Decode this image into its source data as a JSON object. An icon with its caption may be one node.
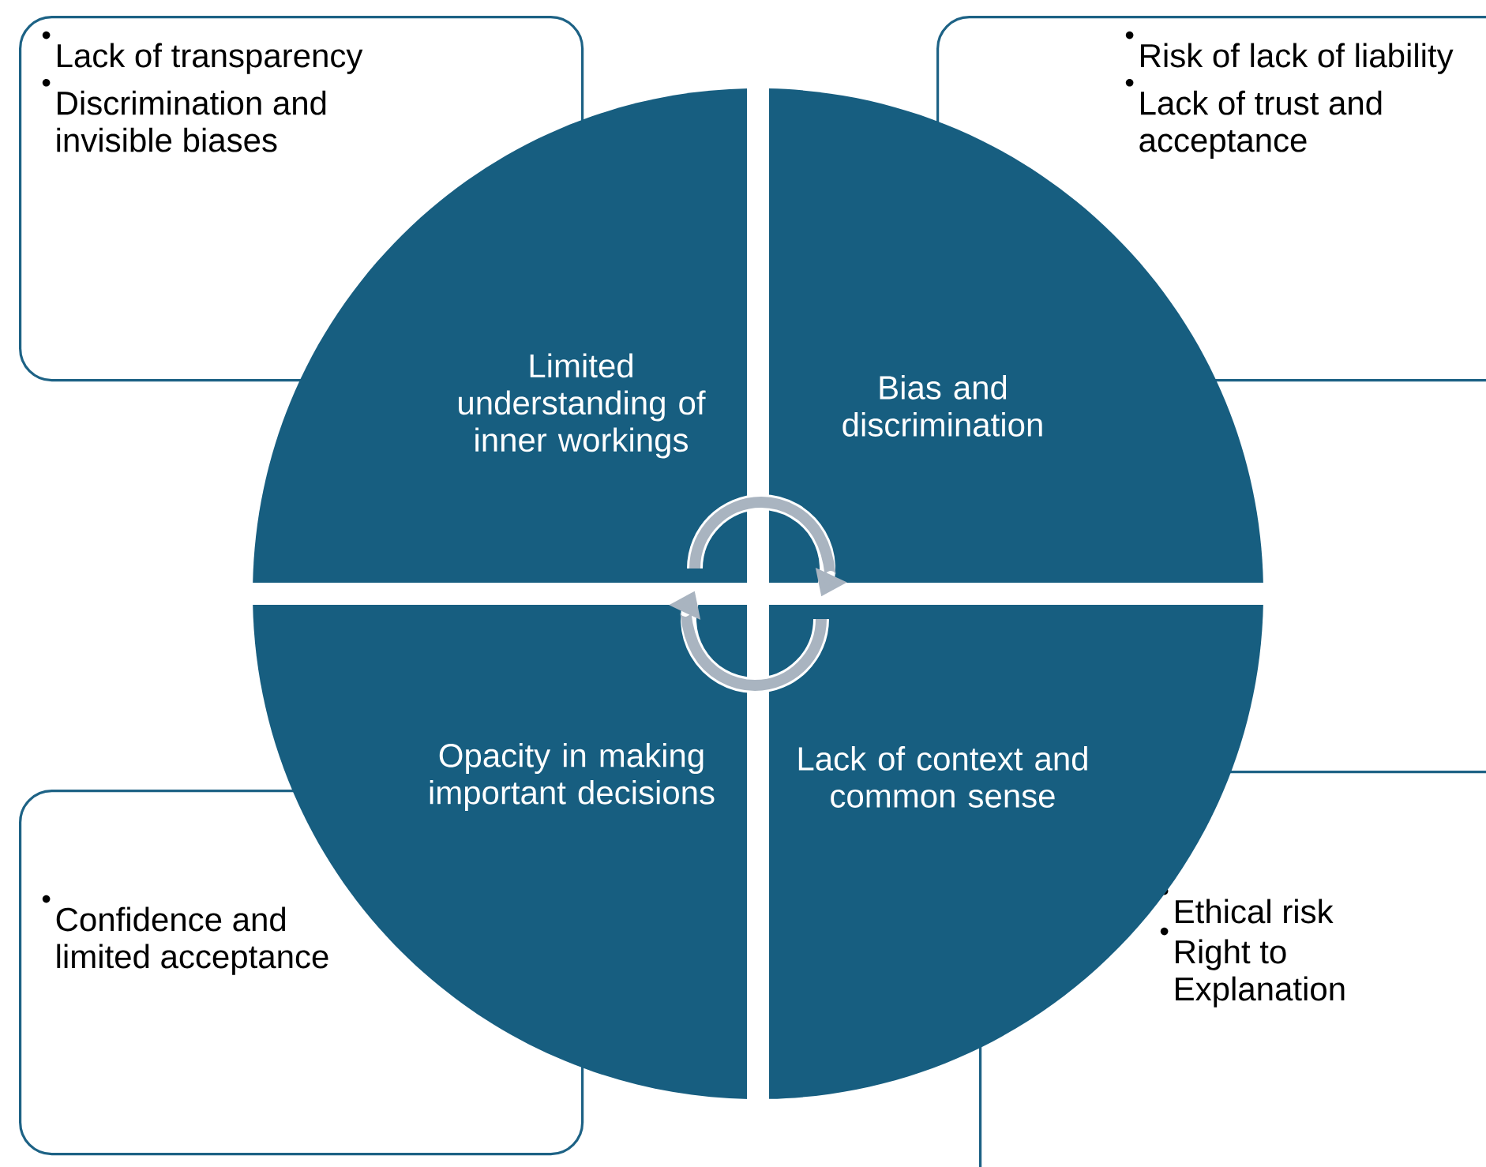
{
  "diagram": {
    "nodes": [
      {
        "text": [
          "Lack of transparency",
          "Discrimination and invisible biases"
        ]
      },
      {
        "text": [
          "Risk of lack of liability",
          "Lack of trust and acceptance"
        ]
      },
      {
        "text": [
          "Limited understanding of inner workings"
        ]
      },
      {
        "text": [
          "Bias and discrimination"
        ]
      },
      {
        "text": [
          "Opacity in making important decisions"
        ]
      },
      {
        "text": [
          "Lack of context and common sense"
        ]
      },
      {
        "text": [
          "Confidence and limited acceptance"
        ]
      },
      {
        "text": [
          "Ethical risk",
          "Right to Explanation"
        ]
      }
    ],
    "edges": [
      {
        "from": 2,
        "to": 3,
        "arrow": "to"
      },
      {
        "from": 5,
        "to": 4,
        "arrow": "to"
      }
    ]
  }
}
